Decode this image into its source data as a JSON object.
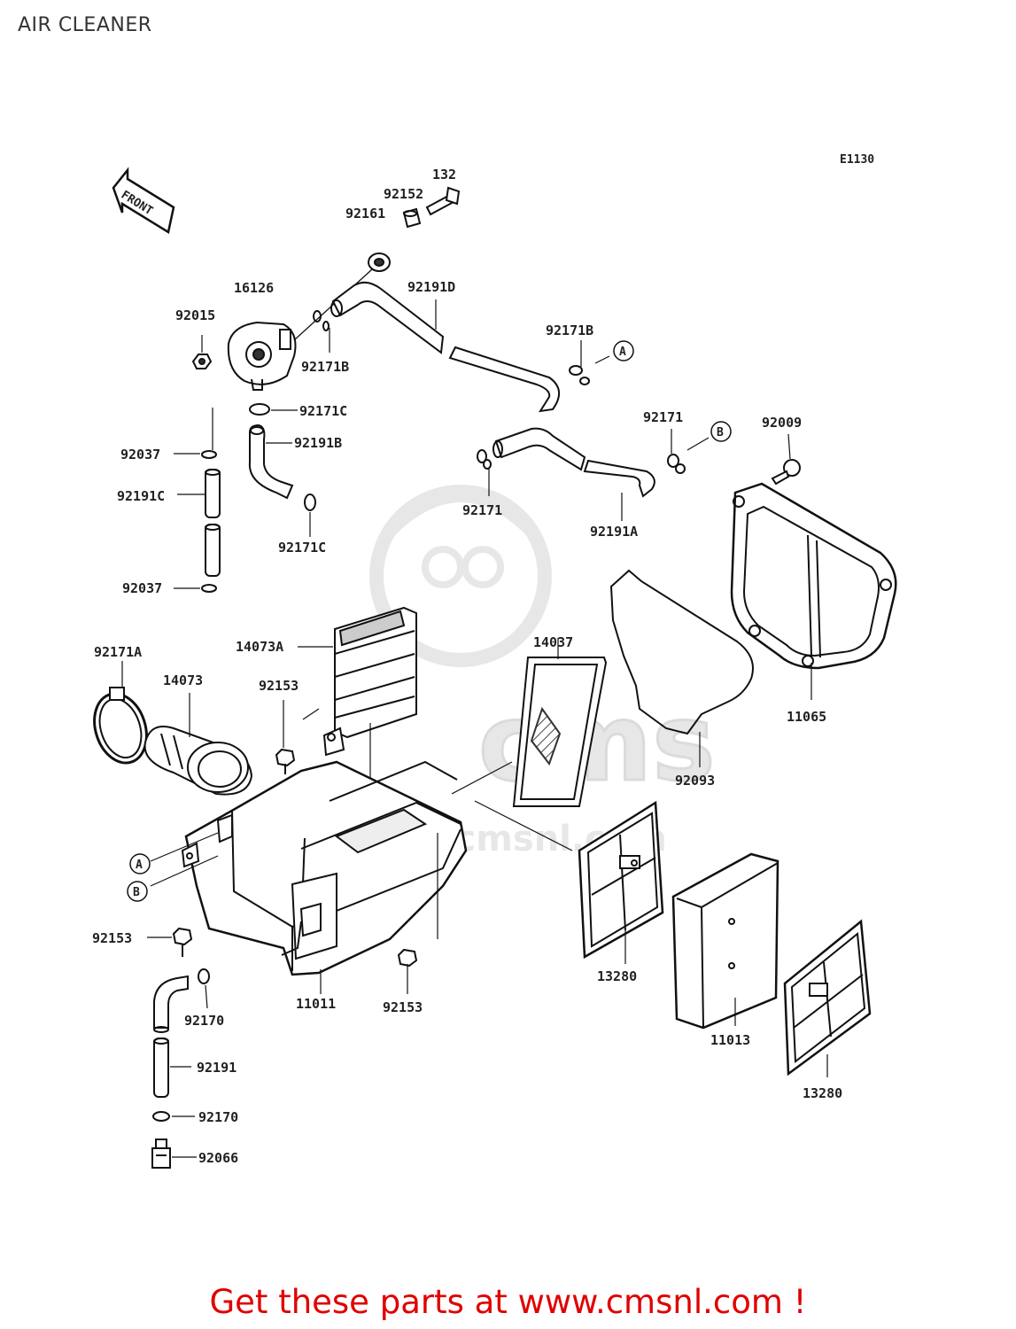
{
  "title": "AIR CLEANER",
  "diagram_code": "E1130",
  "front_label": "FRONT",
  "watermark": {
    "main": "cms",
    "url": "www.cmsnl.com"
  },
  "cta": "Get these parts at www.cmsnl.com !",
  "callouts": [
    "A",
    "B"
  ],
  "parts": [
    "132",
    "92152",
    "92161",
    "16126",
    "92191D",
    "92015",
    "92171B",
    "92171C",
    "92191B",
    "92037",
    "92191C",
    "92171",
    "92191A",
    "92009",
    "14073A",
    "14037",
    "92171A",
    "14073",
    "92153",
    "11065",
    "92093",
    "11011",
    "92170",
    "13280",
    "11013",
    "92191",
    "92066"
  ],
  "label_sequence": [
    "132",
    "92152",
    "92161",
    "16126",
    "92191D",
    "92015",
    "92171B",
    "92171B",
    "92171C",
    "92171",
    "92009",
    "92037",
    "92191B",
    "92191C",
    "92171",
    "92191A",
    "92171C",
    "92037",
    "14073A",
    "14037",
    "92171A",
    "14073",
    "92153",
    "11065",
    "92093",
    "92153",
    "11011",
    "92153",
    "13280",
    "92170",
    "11013",
    "92191",
    "13280",
    "92170",
    "92066"
  ]
}
